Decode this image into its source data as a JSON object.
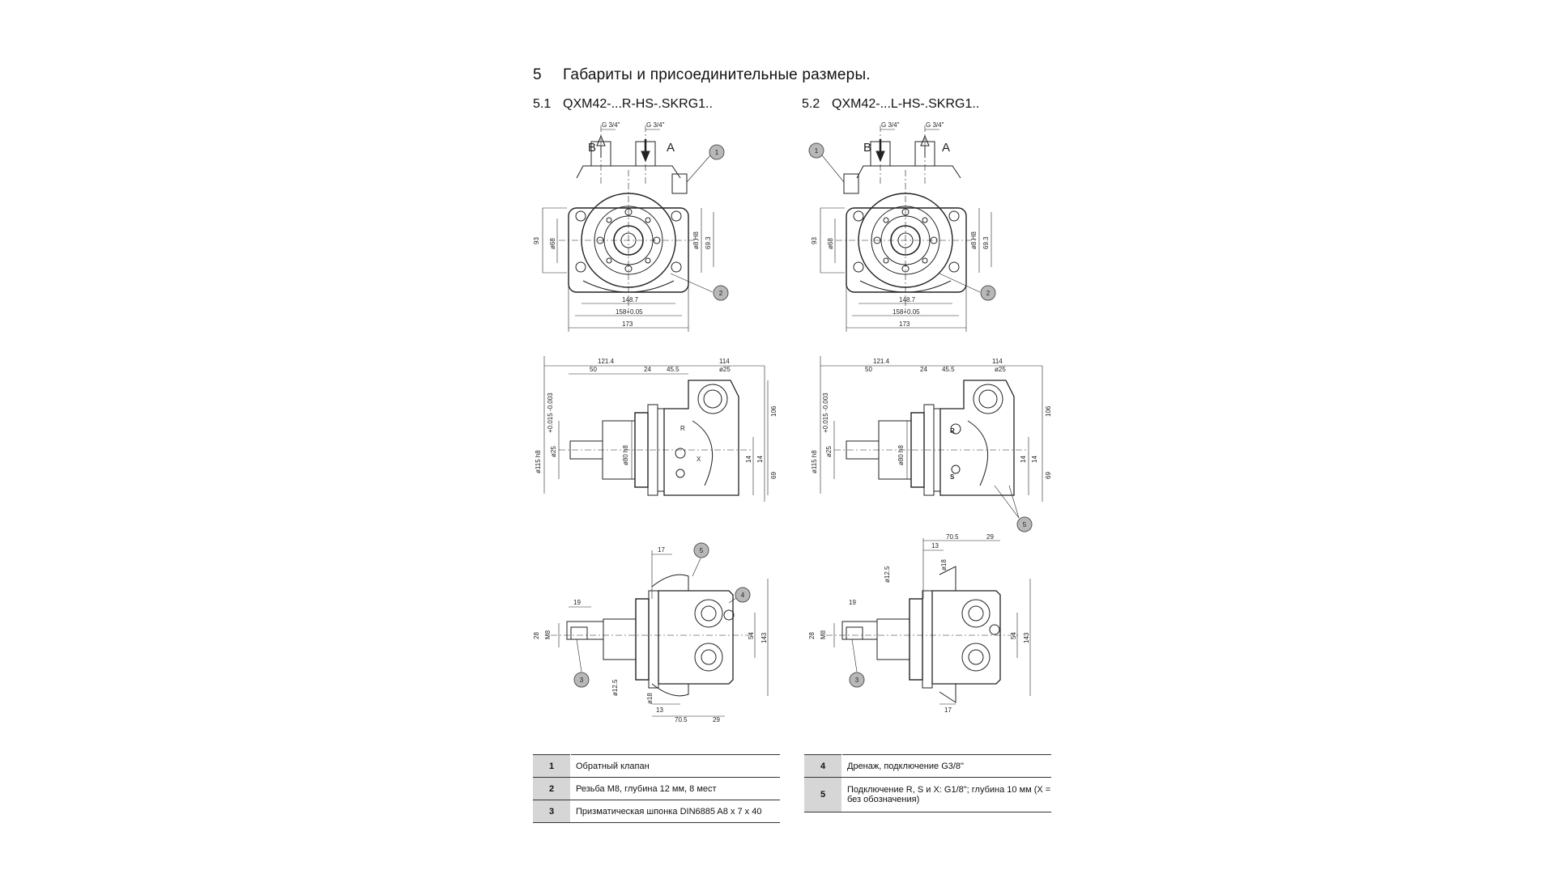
{
  "section": {
    "number": "5",
    "title": "Габариты и присоединительные размеры."
  },
  "left_variant": {
    "number": "5.1",
    "title": "QXM42-...R-HS-.SKRG1.."
  },
  "right_variant": {
    "number": "5.2",
    "title": "QXM42-...L-HS-.SKRG1.."
  },
  "drawing_labels": {
    "port_g": "G 3/4\"",
    "port_b": "B",
    "port_a": "A",
    "d_93": "93",
    "d_68": "ø68",
    "d_8h8": "ø8 H8",
    "d_69_3": "69.3",
    "d_148_7": "148.7",
    "d_158": "158+0.05",
    "d_173": "173",
    "d_121_4": "121.4",
    "d_50": "50",
    "d_24": "24",
    "d_45_5": "45.5",
    "d_114": "114",
    "d_25": "ø25",
    "d_106": "106",
    "d_115h8": "ø115 h8",
    "d_tol": "+0.015 -0.003",
    "d_80h8": "ø80 h8",
    "d_14": "14",
    "d_69": "69",
    "d_17": "17",
    "d_19": "19",
    "d_28": "28",
    "d_m8": "M8",
    "d_54": "54",
    "d_143": "143",
    "d_12_5": "ø12.5",
    "d_18": "ø18",
    "d_13": "13",
    "d_70_5": "70.5",
    "d_29": "29",
    "r_label": "R",
    "x_label": "X",
    "s_label": "S",
    "callout_1": "1",
    "callout_2": "2",
    "callout_3": "3",
    "callout_4": "4",
    "callout_5": "5"
  },
  "legend_left": [
    {
      "num": "1",
      "text": "Обратный клапан"
    },
    {
      "num": "2",
      "text": "Резьба M8, глубина 12 мм, 8 мест"
    },
    {
      "num": "3",
      "text": "Призматическая шпонка DIN6885 A8 x 7 x 40"
    }
  ],
  "legend_right": [
    {
      "num": "4",
      "text": "Дренаж, подключение G3/8\""
    },
    {
      "num": "5",
      "text": "Подключение R, S и X: G1/8\"; глубина 10 мм (X = без обозначения)"
    }
  ],
  "colors": {
    "line": "#222222",
    "callout_fill": "#b8b8b8",
    "legend_num_bg": "#d6d6d6"
  }
}
